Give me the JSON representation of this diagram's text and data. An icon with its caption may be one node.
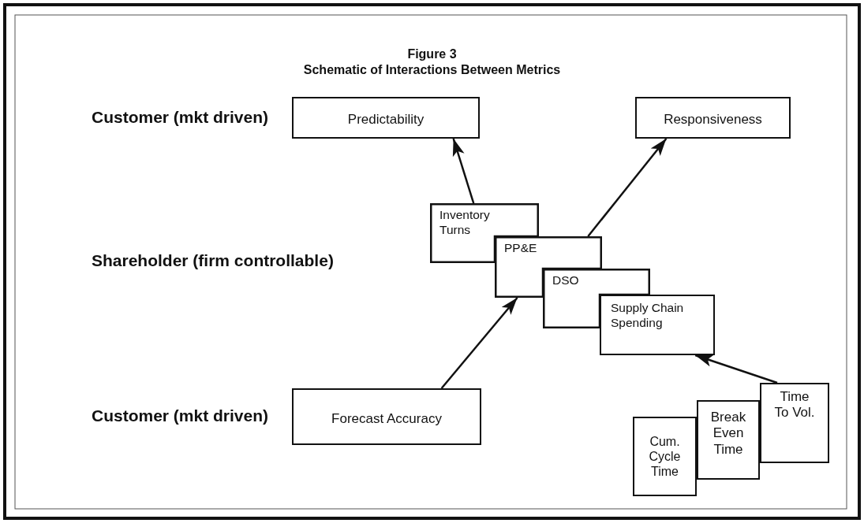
{
  "diagram": {
    "title": "Figure 3",
    "nodes": [
      {
        "text": [
          "Predictability"
        ]
      },
      {
        "text": [
          "Responsiveness"
        ]
      },
      {
        "text": [
          "Inventory Turns"
        ]
      },
      {
        "text": [
          "PP&E"
        ]
      },
      {
        "text": [
          "DSO"
        ]
      },
      {
        "text": [
          "Supply Chain Spending"
        ]
      },
      {
        "text": [
          "Forecast Accuracy"
        ]
      },
      {
        "text": [
          "Cum. Cycle Time"
        ]
      },
      {
        "text": [
          "Break Even Time"
        ]
      },
      {
        "text": [
          "Time To Vol."
        ]
      }
    ],
    "edges": [
      {
        "from": 2,
        "to": 0,
        "arrow": "to"
      },
      {
        "from": 3,
        "to": 1,
        "arrow": "to"
      },
      {
        "from": 6,
        "to": 3,
        "arrow": "to"
      },
      {
        "from": 9,
        "to": 5,
        "arrow": "to"
      }
    ],
    "labels": [
      "Schematic of Interactions Between Metrics",
      "Customer (mkt driven)",
      "Shareholder (firm controllable)",
      "Customer (mkt driven)"
    ]
  }
}
